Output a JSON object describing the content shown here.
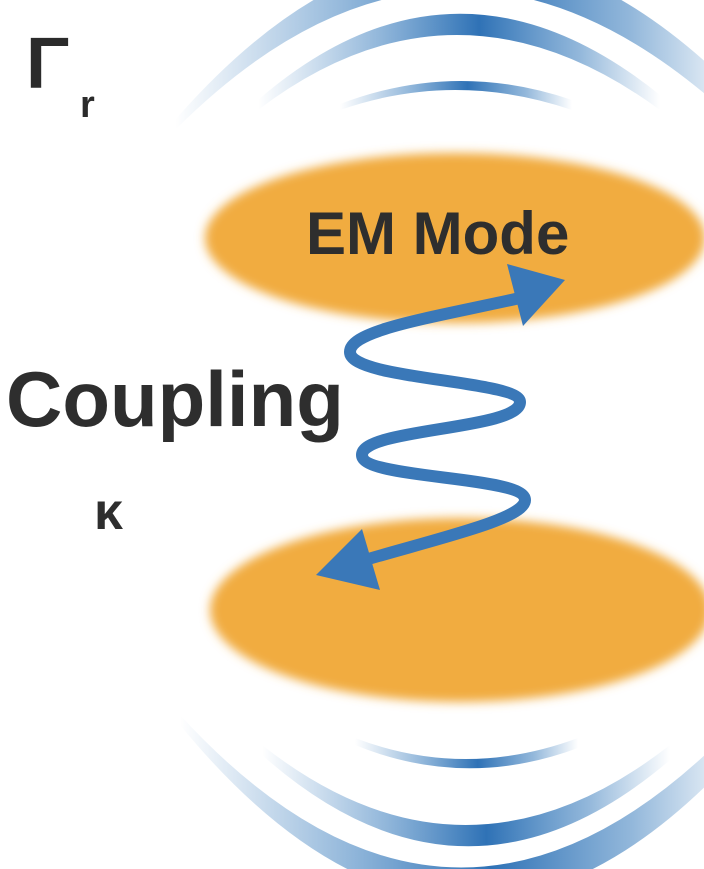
{
  "labels": {
    "gamma_symbol": "Γ",
    "gamma_subscript": "r",
    "em_mode": "EM Mode",
    "coupling": "Coupling",
    "kappa": "κ"
  },
  "colors": {
    "mode_fill": "#f1ac40",
    "wave_blue": "#3a7dbd",
    "arrow_blue": "#3a78b8",
    "text": "#2e2e2e"
  }
}
